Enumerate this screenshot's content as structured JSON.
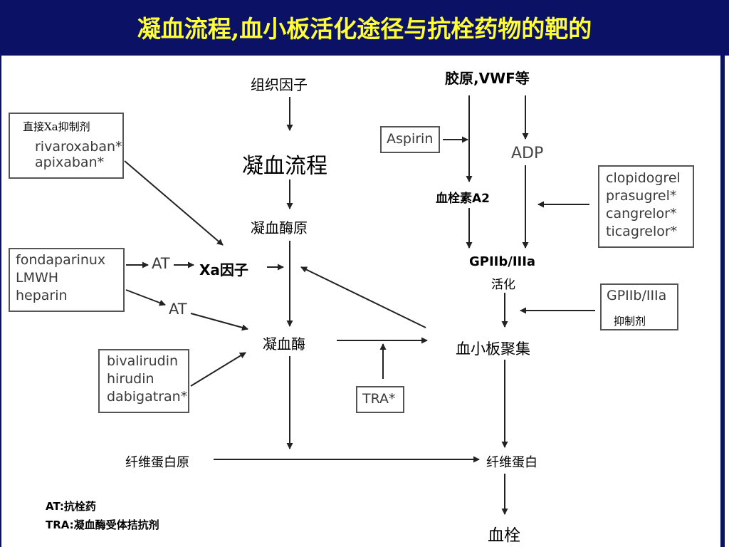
{
  "title": "凝血流程,血小板活化途径与抗栓药物的靶的",
  "nodes": {
    "tissue_factor": "组织因子",
    "coagulation_cascade": "凝血流程",
    "prothrombin": "凝血酶原",
    "factor_xa": "Xa因子",
    "thrombin": "凝血酶",
    "fibrinogen": "纤维蛋白原",
    "fibrin": "纤维蛋白",
    "collagen_vwf": "胶原,VWF等",
    "adp": "ADP",
    "thromboxane_a2": "血栓素A2",
    "gp_activation_line1": "GPIIb/IIIa",
    "gp_activation_line2": "活化",
    "platelet_aggregation": "血小板聚集",
    "thrombus": "血栓"
  },
  "drug_boxes": {
    "direct_xa": {
      "header": "直接Xa抑制剂",
      "drugs": [
        "rivaroxaban*",
        "apixaban*"
      ]
    },
    "indirect": {
      "drugs": [
        "fondaparinux",
        "LMWH",
        "heparin"
      ]
    },
    "direct_thrombin": {
      "drugs": [
        "bivalirudin",
        "hirudin",
        "dabigatran*"
      ]
    },
    "aspirin": "Aspirin",
    "p2y12": {
      "drugs": [
        "clopidogrel",
        "prasugrel*",
        "cangrelor*",
        "ticagrelor*"
      ]
    },
    "gp_inhibitor": {
      "line1": "GPIIb/IIIa",
      "line2": "抑制剂"
    },
    "tra": "TRA*"
  },
  "arrow_labels": {
    "at_upper": "AT",
    "at_lower": "AT"
  },
  "legend": {
    "line1": "AT:抗栓药",
    "line2": "TRA:凝血酶受体拮抗剂"
  }
}
